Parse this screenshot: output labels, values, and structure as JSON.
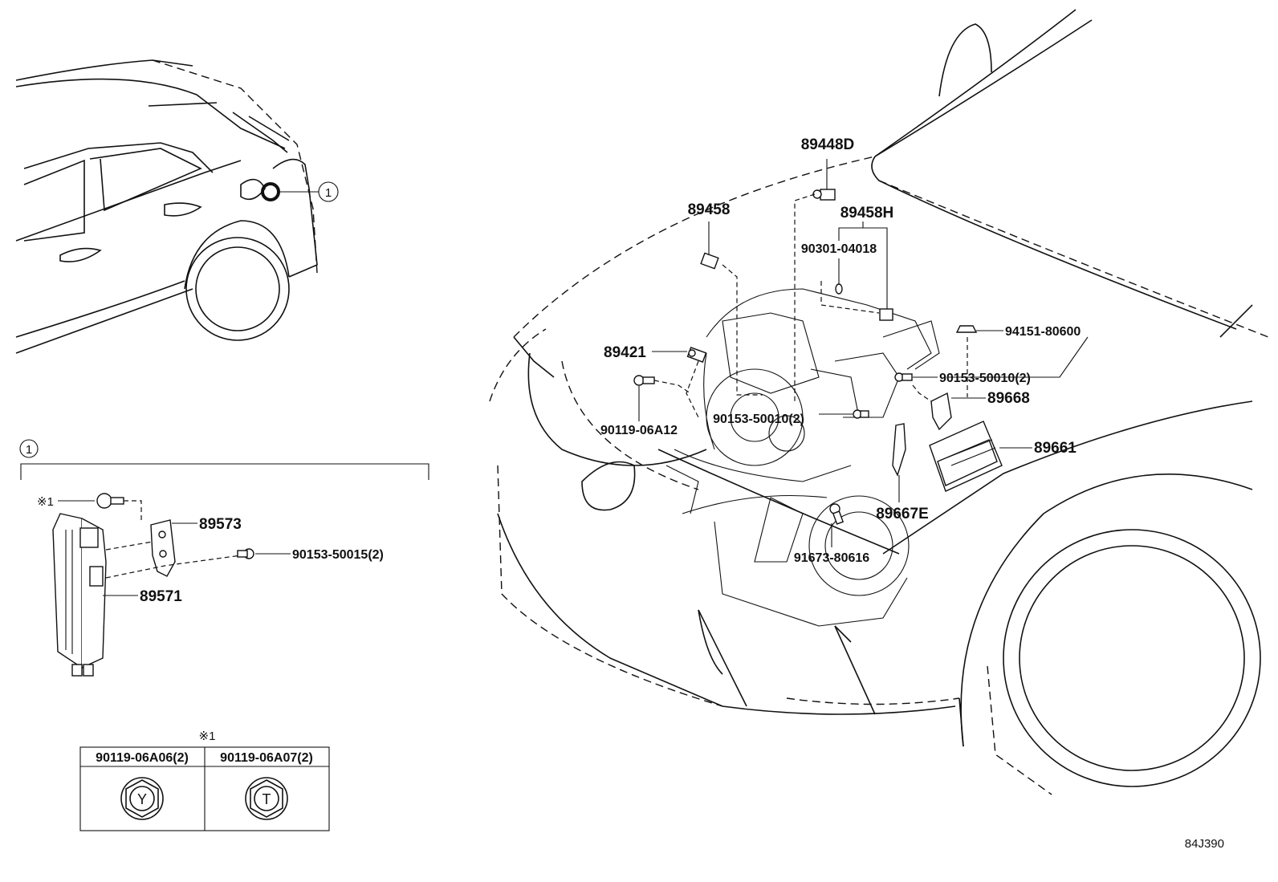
{
  "diagram_id": "84J390",
  "callout_number": "1",
  "note_mark": "※1",
  "parts": {
    "p89448D": "89448D",
    "p89458": "89458",
    "p89458H": "89458H",
    "p90301": "90301-04018",
    "p94151": "94151-80600",
    "p90153_r": "90153-50010(2)",
    "p89668": "89668",
    "p89421": "89421",
    "p90153_c": "90153-50010(2)",
    "p90119_12": "90119-06A12",
    "p89661": "89661",
    "p89667E": "89667E",
    "p91673": "91673-80616",
    "p89573": "89573",
    "p90153_15": "90153-50015(2)",
    "p89571": "89571"
  },
  "table": {
    "col1_header": "90119-06A06(2)",
    "col2_header": "90119-06A07(2)",
    "col1_symbol": "Y",
    "col2_symbol": "T"
  }
}
